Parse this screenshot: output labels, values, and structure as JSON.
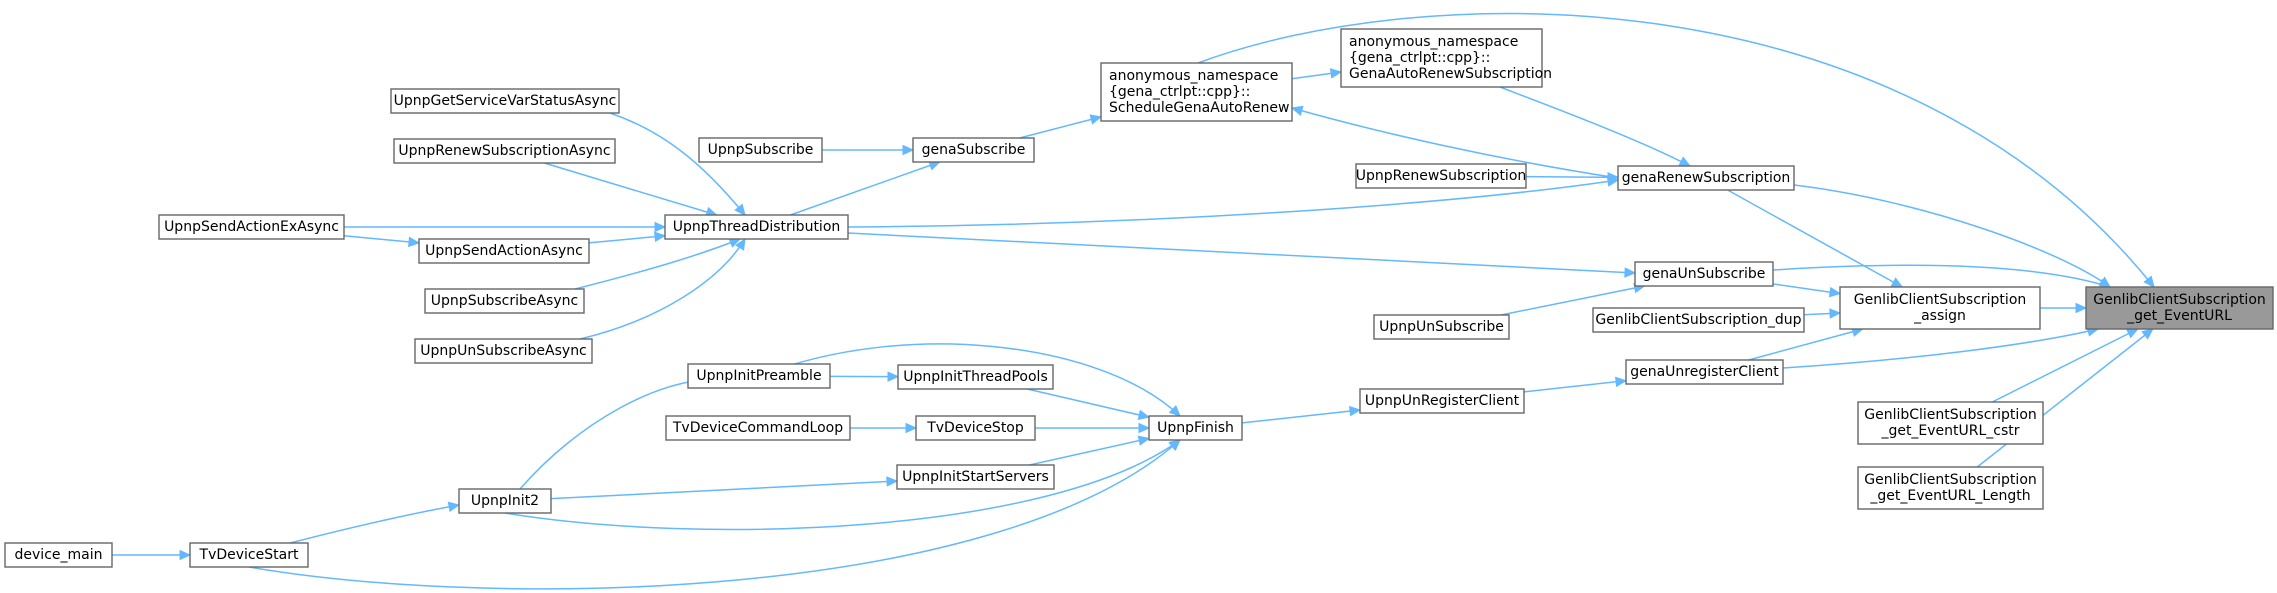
{
  "graph": {
    "nodes": [
      {
        "id": "n_get_eventurl",
        "lines": [
          "GenlibClientSubscription",
          "_get_EventURL"
        ],
        "focus": true
      },
      {
        "id": "n_assign",
        "lines": [
          "GenlibClientSubscription",
          "_assign"
        ]
      },
      {
        "id": "n_get_eventurl_cstr",
        "lines": [
          "GenlibClientSubscription",
          "_get_EventURL_cstr"
        ]
      },
      {
        "id": "n_get_eventurl_length",
        "lines": [
          "GenlibClientSubscription",
          "_get_EventURL_Length"
        ]
      },
      {
        "id": "n_dup",
        "lines": [
          "GenlibClientSubscription_dup"
        ]
      },
      {
        "id": "n_gena_renew",
        "lines": [
          "genaRenewSubscription"
        ]
      },
      {
        "id": "n_gena_unsubscribe",
        "lines": [
          "genaUnSubscribe"
        ]
      },
      {
        "id": "n_gena_unregister",
        "lines": [
          "genaUnregisterClient"
        ]
      },
      {
        "id": "n_schedule",
        "lines": [
          "anonymous_namespace",
          "{gena_ctrlpt::cpp}::",
          "ScheduleGenaAutoRenew"
        ]
      },
      {
        "id": "n_autorenew",
        "lines": [
          "anonymous_namespace",
          "{gena_ctrlpt::cpp}::",
          "GenaAutoRenewSubscription"
        ]
      },
      {
        "id": "n_upnp_renew",
        "lines": [
          "UpnpRenewSubscription"
        ]
      },
      {
        "id": "n_upnp_unsubscribe",
        "lines": [
          "UpnpUnSubscribe"
        ]
      },
      {
        "id": "n_upnp_unregister",
        "lines": [
          "UpnpUnRegisterClient"
        ]
      },
      {
        "id": "n_gena_subscribe",
        "lines": [
          "genaSubscribe"
        ]
      },
      {
        "id": "n_upnp_subscribe",
        "lines": [
          "UpnpSubscribe"
        ]
      },
      {
        "id": "n_thread_dist",
        "lines": [
          "UpnpThreadDistribution"
        ]
      },
      {
        "id": "n_get_service_var",
        "lines": [
          "UpnpGetServiceVarStatusAsync"
        ]
      },
      {
        "id": "n_renew_async",
        "lines": [
          "UpnpRenewSubscriptionAsync"
        ]
      },
      {
        "id": "n_send_action_ex",
        "lines": [
          "UpnpSendActionExAsync"
        ]
      },
      {
        "id": "n_send_action",
        "lines": [
          "UpnpSendActionAsync"
        ]
      },
      {
        "id": "n_subscribe_async",
        "lines": [
          "UpnpSubscribeAsync"
        ]
      },
      {
        "id": "n_unsubscribe_async",
        "lines": [
          "UpnpUnSubscribeAsync"
        ]
      },
      {
        "id": "n_finish",
        "lines": [
          "UpnpFinish"
        ]
      },
      {
        "id": "n_init_preamble",
        "lines": [
          "UpnpInitPreamble"
        ]
      },
      {
        "id": "n_init_threadpools",
        "lines": [
          "UpnpInitThreadPools"
        ]
      },
      {
        "id": "n_device_stop",
        "lines": [
          "TvDeviceStop"
        ]
      },
      {
        "id": "n_command_loop",
        "lines": [
          "TvDeviceCommandLoop"
        ]
      },
      {
        "id": "n_init_startservers",
        "lines": [
          "UpnpInitStartServers"
        ]
      },
      {
        "id": "n_init2",
        "lines": [
          "UpnpInit2"
        ]
      },
      {
        "id": "n_device_start",
        "lines": [
          "TvDeviceStart"
        ]
      },
      {
        "id": "n_device_main",
        "lines": [
          "device_main"
        ]
      }
    ],
    "edges": [
      {
        "from": "n_assign",
        "to": "n_get_eventurl"
      },
      {
        "from": "n_get_eventurl_cstr",
        "to": "n_get_eventurl"
      },
      {
        "from": "n_get_eventurl_length",
        "to": "n_get_eventurl"
      },
      {
        "from": "n_dup",
        "to": "n_assign"
      },
      {
        "from": "n_gena_renew",
        "to": "n_get_eventurl"
      },
      {
        "from": "n_gena_renew",
        "to": "n_assign"
      },
      {
        "from": "n_gena_unsubscribe",
        "to": "n_get_eventurl"
      },
      {
        "from": "n_gena_unsubscribe",
        "to": "n_assign"
      },
      {
        "from": "n_gena_unregister",
        "to": "n_get_eventurl"
      },
      {
        "from": "n_gena_unregister",
        "to": "n_assign"
      },
      {
        "from": "n_schedule",
        "to": "n_get_eventurl"
      },
      {
        "from": "n_gena_renew",
        "to": "n_schedule"
      },
      {
        "from": "n_schedule",
        "to": "n_autorenew"
      },
      {
        "from": "n_autorenew",
        "to": "n_gena_renew"
      },
      {
        "from": "n_upnp_renew",
        "to": "n_gena_renew"
      },
      {
        "from": "n_upnp_unsubscribe",
        "to": "n_gena_unsubscribe"
      },
      {
        "from": "n_upnp_unregister",
        "to": "n_gena_unregister"
      },
      {
        "from": "n_gena_subscribe",
        "to": "n_schedule"
      },
      {
        "from": "n_upnp_subscribe",
        "to": "n_gena_subscribe"
      },
      {
        "from": "n_thread_dist",
        "to": "n_gena_subscribe"
      },
      {
        "from": "n_thread_dist",
        "to": "n_gena_renew"
      },
      {
        "from": "n_thread_dist",
        "to": "n_gena_unsubscribe"
      },
      {
        "from": "n_get_service_var",
        "to": "n_thread_dist"
      },
      {
        "from": "n_renew_async",
        "to": "n_thread_dist"
      },
      {
        "from": "n_send_action_ex",
        "to": "n_thread_dist"
      },
      {
        "from": "n_send_action",
        "to": "n_thread_dist"
      },
      {
        "from": "n_send_action_ex",
        "to": "n_send_action"
      },
      {
        "from": "n_subscribe_async",
        "to": "n_thread_dist"
      },
      {
        "from": "n_unsubscribe_async",
        "to": "n_thread_dist"
      },
      {
        "from": "n_finish",
        "to": "n_upnp_unregister"
      },
      {
        "from": "n_init_preamble",
        "to": "n_finish"
      },
      {
        "from": "n_init_preamble",
        "to": "n_init_threadpools"
      },
      {
        "from": "n_init_threadpools",
        "to": "n_finish"
      },
      {
        "from": "n_device_stop",
        "to": "n_finish"
      },
      {
        "from": "n_command_loop",
        "to": "n_device_stop"
      },
      {
        "from": "n_init_startservers",
        "to": "n_finish"
      },
      {
        "from": "n_init2",
        "to": "n_init_preamble"
      },
      {
        "from": "n_init2",
        "to": "n_init_startservers"
      },
      {
        "from": "n_init2",
        "to": "n_finish"
      },
      {
        "from": "n_device_start",
        "to": "n_init2"
      },
      {
        "from": "n_device_start",
        "to": "n_finish"
      },
      {
        "from": "n_device_main",
        "to": "n_device_start"
      }
    ]
  }
}
